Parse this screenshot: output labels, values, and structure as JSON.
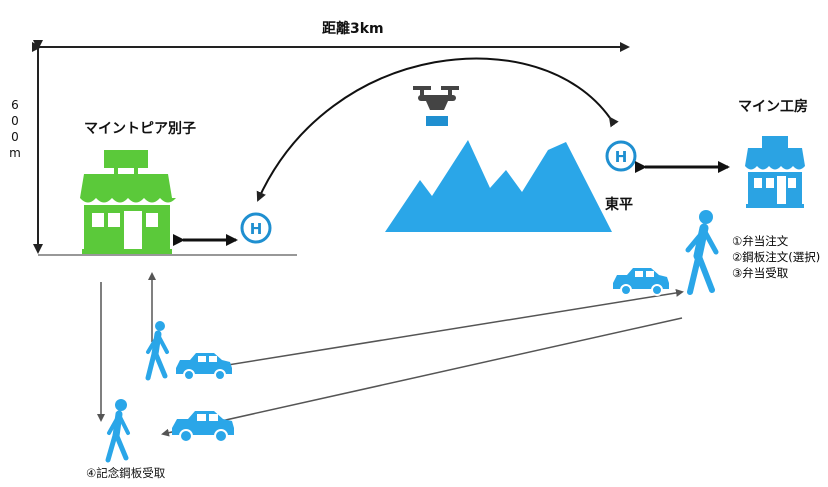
{
  "diagram": {
    "distance_label": "距離3km",
    "height_label": "600m",
    "left_shop": {
      "name": "マイントピア別子"
    },
    "right_shop": {
      "name": "マイン工房"
    },
    "right_heliport": {
      "name": "東平"
    },
    "right_steps": [
      "①弁当注文",
      "②鋼板注文(選択)",
      "③弁当受取"
    ],
    "bottom_step": "④記念鋼板受取",
    "colors": {
      "green_shop": "#5bc93a",
      "blue_shop": "#2ba3e3",
      "mountain": "#2aa6e8",
      "heliport": "#1f8fd0",
      "car": "#2aa6e8",
      "person": "#2aa6e8",
      "lines": "#222222"
    },
    "icons": [
      "drone-icon",
      "heliport-icon",
      "shop-icon",
      "mountain-icon",
      "car-icon",
      "walking-person-icon"
    ]
  }
}
